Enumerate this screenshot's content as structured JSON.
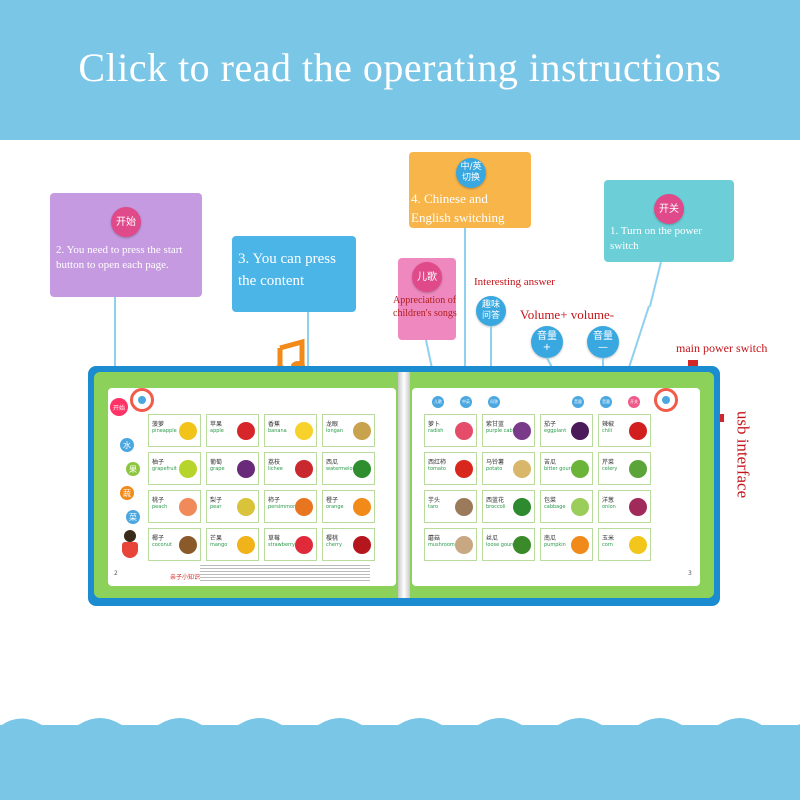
{
  "banner": {
    "title": "Click to read the operating instructions"
  },
  "callouts": {
    "start": {
      "badge": "开始",
      "text": "2. You need to press the start button to open each page."
    },
    "content": {
      "text": "3. You can press the content"
    },
    "language": {
      "badge": "中/英\n切换",
      "text": "4. Chinese and English switching"
    },
    "power": {
      "badge": "开关",
      "text": "1. Turn on the power switch"
    },
    "songs": {
      "badge": "儿歌",
      "text": "Appreciation of children's songs"
    },
    "quiz": {
      "badge": "趣味\n问答",
      "label": "Interesting answer"
    },
    "volume": {
      "label": "Volume+ volume-",
      "up_badge": "音量\n+",
      "down_badge": "音量\n—"
    },
    "main_power": {
      "label": "main power switch"
    },
    "usb": {
      "label": "usb interface"
    }
  },
  "colors": {
    "banner": "#7ac6e6",
    "purple": "#c59ae0",
    "blue": "#4bb5e8",
    "orange": "#f7b54a",
    "teal": "#6ccfd8",
    "pink": "#ef88be",
    "red": "#d32626"
  },
  "book": {
    "left_items": [
      {
        "cn": "菠萝",
        "en": "pineapple",
        "color": "#f2c41a"
      },
      {
        "cn": "苹果",
        "en": "apple",
        "color": "#d6262a"
      },
      {
        "cn": "香蕉",
        "en": "banana",
        "color": "#f7d22a"
      },
      {
        "cn": "龙眼",
        "en": "longan",
        "color": "#c9a24e"
      },
      {
        "cn": "柚子",
        "en": "grapefruit",
        "color": "#b6d42a"
      },
      {
        "cn": "葡萄",
        "en": "grape",
        "color": "#6a2a7a"
      },
      {
        "cn": "荔枝",
        "en": "lichee",
        "color": "#c8282e"
      },
      {
        "cn": "西瓜",
        "en": "watermelon",
        "color": "#2f8f2f"
      },
      {
        "cn": "桃子",
        "en": "peach",
        "color": "#f08a5a"
      },
      {
        "cn": "梨子",
        "en": "pear",
        "color": "#d8c33a"
      },
      {
        "cn": "柿子",
        "en": "persimmon",
        "color": "#e8751f"
      },
      {
        "cn": "橙子",
        "en": "orange",
        "color": "#f28a1a"
      },
      {
        "cn": "椰子",
        "en": "coconut",
        "color": "#8a5a2a"
      },
      {
        "cn": "芒果",
        "en": "mango",
        "color": "#f0b41a"
      },
      {
        "cn": "草莓",
        "en": "strawberry",
        "color": "#e02a3a"
      },
      {
        "cn": "樱桃",
        "en": "cherry",
        "color": "#b5161e"
      }
    ],
    "right_items": [
      {
        "cn": "萝卜",
        "en": "radish",
        "color": "#e44c6a"
      },
      {
        "cn": "紫甘蓝",
        "en": "purple cabbage",
        "color": "#7a3a8a"
      },
      {
        "cn": "茄子",
        "en": "eggplant",
        "color": "#4a1a5a"
      },
      {
        "cn": "辣椒",
        "en": "chili",
        "color": "#d21e1e"
      },
      {
        "cn": "西红柿",
        "en": "tomato",
        "color": "#d8281e"
      },
      {
        "cn": "马铃薯",
        "en": "potato",
        "color": "#d8b66a"
      },
      {
        "cn": "苦瓜",
        "en": "bitter gourd",
        "color": "#6ab43a"
      },
      {
        "cn": "芹菜",
        "en": "celery",
        "color": "#5aa43a"
      },
      {
        "cn": "芋头",
        "en": "taro",
        "color": "#9a7a5a"
      },
      {
        "cn": "西蓝花",
        "en": "broccoli",
        "color": "#2e8a2e"
      },
      {
        "cn": "包菜",
        "en": "cabbage",
        "color": "#9acd5a"
      },
      {
        "cn": "洋葱",
        "en": "onion",
        "color": "#a02a5a"
      },
      {
        "cn": "蘑菇",
        "en": "mushroom",
        "color": "#c8a882"
      },
      {
        "cn": "丝瓜",
        "en": "loose gourd",
        "color": "#3a8a2a"
      },
      {
        "cn": "南瓜",
        "en": "pumpkin",
        "color": "#f08a1a"
      },
      {
        "cn": "玉米",
        "en": "corn",
        "color": "#f2c61a"
      }
    ],
    "left_side_chars": [
      "水",
      "果",
      "蔬",
      "菜"
    ],
    "left_note": "亲子小知识:",
    "button_labels": [
      "儿歌",
      "中英",
      "问答",
      "音量",
      "音量",
      "开关"
    ],
    "left_button": "开始",
    "page_left": "2",
    "page_right": "3"
  }
}
